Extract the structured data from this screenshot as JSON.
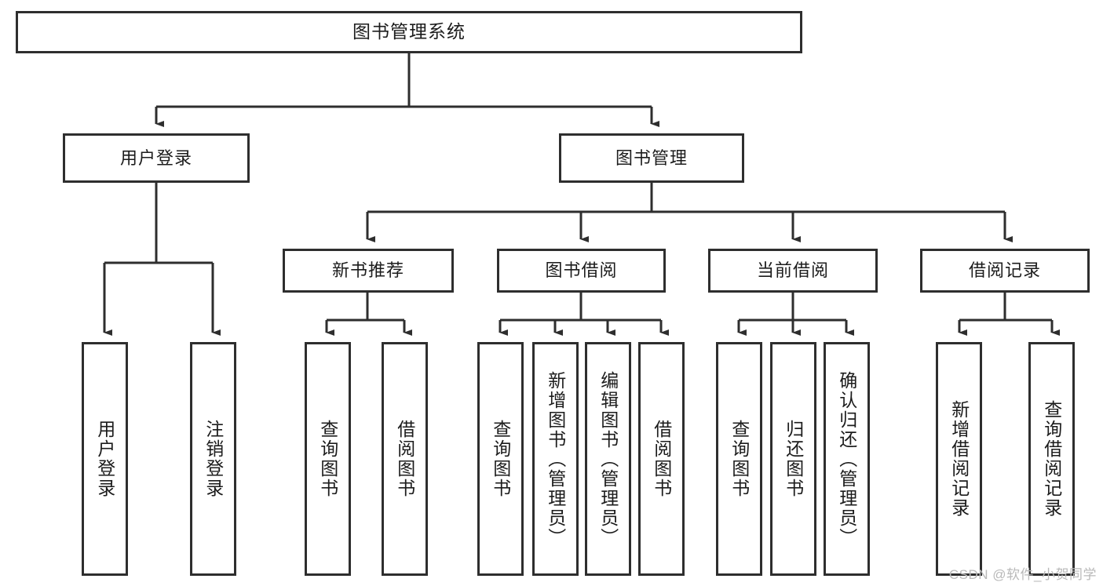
{
  "diagram": {
    "title": "图书管理系统",
    "type": "tree-hierarchy",
    "watermark": "CSDN @软件_小贺同学",
    "colors": {
      "background": "#ffffff",
      "box_border": "#2e2e2e",
      "box_fill": "#ffffff",
      "connector": "#2e2e2e",
      "text": "#1c1c1c",
      "watermark": "#b9b9b9"
    }
  },
  "nodes": {
    "root": {
      "label": "图书管理系统"
    },
    "level2": [
      {
        "label": "用户登录"
      },
      {
        "label": "图书管理"
      }
    ],
    "level3": [
      {
        "label": "新书推荐"
      },
      {
        "label": "图书借阅"
      },
      {
        "label": "当前借阅"
      },
      {
        "label": "借阅记录"
      }
    ],
    "leaves": {
      "user_login": [
        {
          "label": "用户登录"
        },
        {
          "label": "注销登录"
        }
      ],
      "new_book": [
        {
          "label": "查询图书"
        },
        {
          "label": "借阅图书"
        }
      ],
      "borrow": [
        {
          "label": "查询图书"
        },
        {
          "label": "新增图书（管理员）"
        },
        {
          "label": "编辑图书（管理员）"
        },
        {
          "label": "借阅图书"
        }
      ],
      "current": [
        {
          "label": "查询图书"
        },
        {
          "label": "归还图书"
        },
        {
          "label": "确认归还（管理员）"
        }
      ],
      "records": [
        {
          "label": "新增借阅记录"
        },
        {
          "label": "查询借阅记录"
        }
      ]
    }
  }
}
